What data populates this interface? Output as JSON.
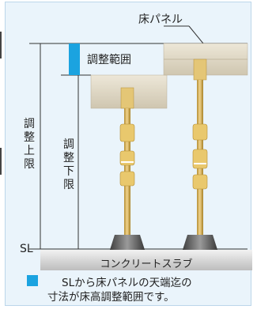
{
  "labels": {
    "floor_panel": "床パネル",
    "adjust_range": "調整範囲",
    "adjust_upper": "調整上限",
    "adjust_lower": "調整下限",
    "sl": "SL",
    "concrete_slab": "コンクリートスラブ"
  },
  "note": {
    "line1": "SLから床パネルの天端迄の",
    "line2": "寸法が床高調整範囲です。"
  },
  "colors": {
    "accent": "#1ba3e0",
    "background": "#eaf4fb",
    "panel": "#e4ddcc",
    "rod": "#d6b15a",
    "base": "#6d6d6d",
    "slab": "#d9d9d9"
  }
}
